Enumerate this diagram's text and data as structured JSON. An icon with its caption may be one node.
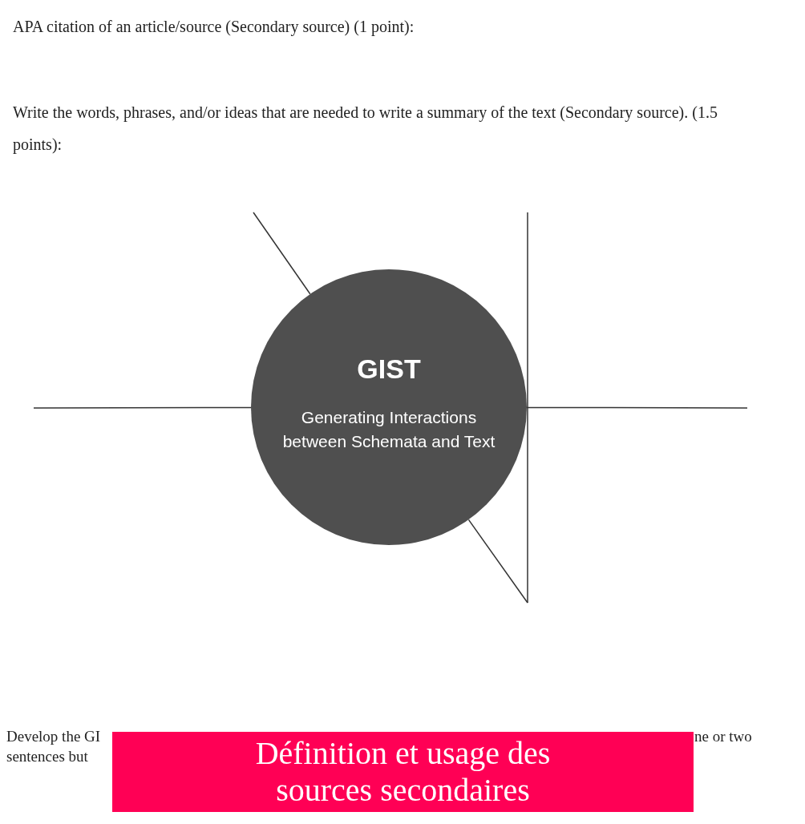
{
  "diagram": {
    "nodes": [
      {
        "text": [
          "GIST",
          "Generating Interactions between Schemata and Text"
        ]
      }
    ],
    "labels": [
      "APA citation of an article/source (Secondary source) (1 point):",
      "Write the words, phrases, and/or ideas that are needed to write a summary of the text (Secondary source). (1.5 points):",
      "Develop the GI",
      "ne or two",
      "sentences but",
      "Définition et usage des sources secondaires"
    ]
  }
}
